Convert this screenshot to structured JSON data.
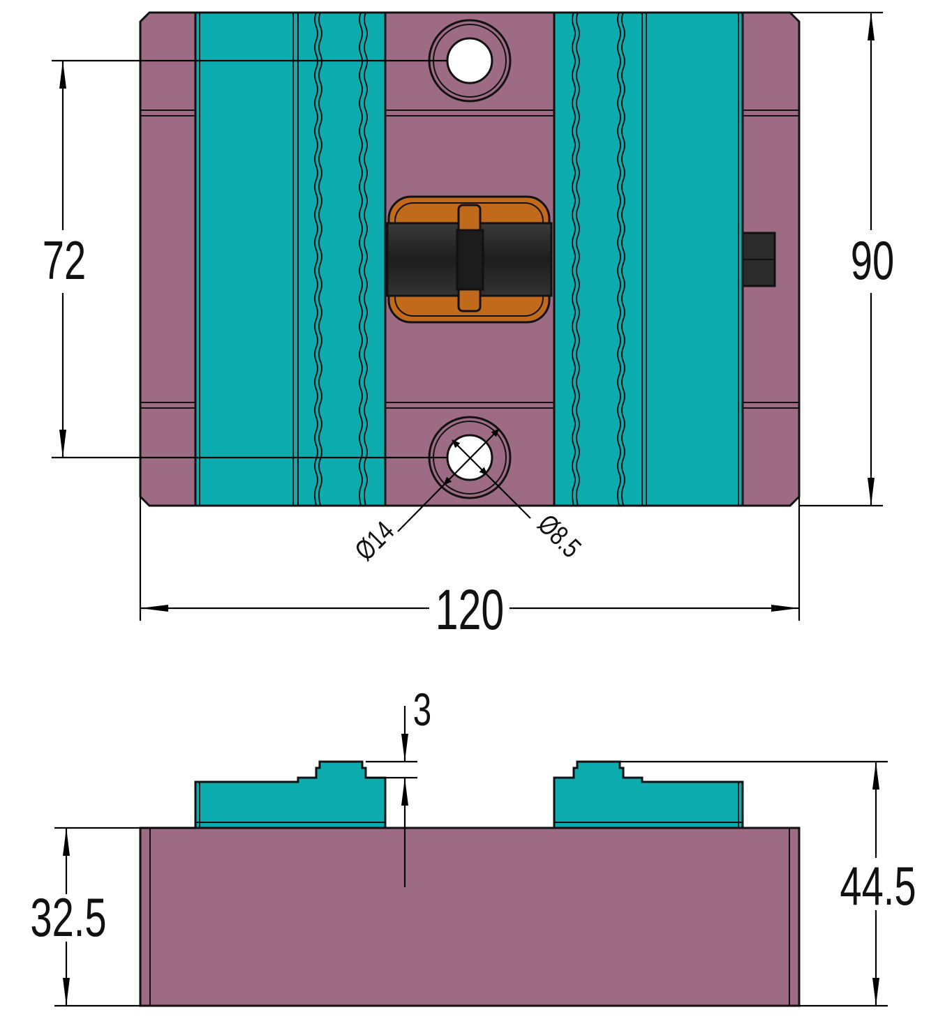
{
  "colors": {
    "body": "#9E6B85",
    "jaw": "#0DADAF",
    "handle_mount": "#C26A1B",
    "handle": "#2A2A2A",
    "background": "#FFFFFF"
  },
  "top_view": {
    "dimensions": {
      "hole_spacing": "72",
      "depth": "90",
      "width": "120",
      "counterbore_diameter": "Ø14",
      "hole_diameter": "Ø8.5"
    }
  },
  "side_view": {
    "dimensions": {
      "step_height": "3",
      "base_height": "32.5",
      "total_height": "44.5"
    }
  },
  "icons": {
    "top_view": "vise-top-view",
    "side_view": "vise-side-view",
    "handle": "handle-knob"
  }
}
